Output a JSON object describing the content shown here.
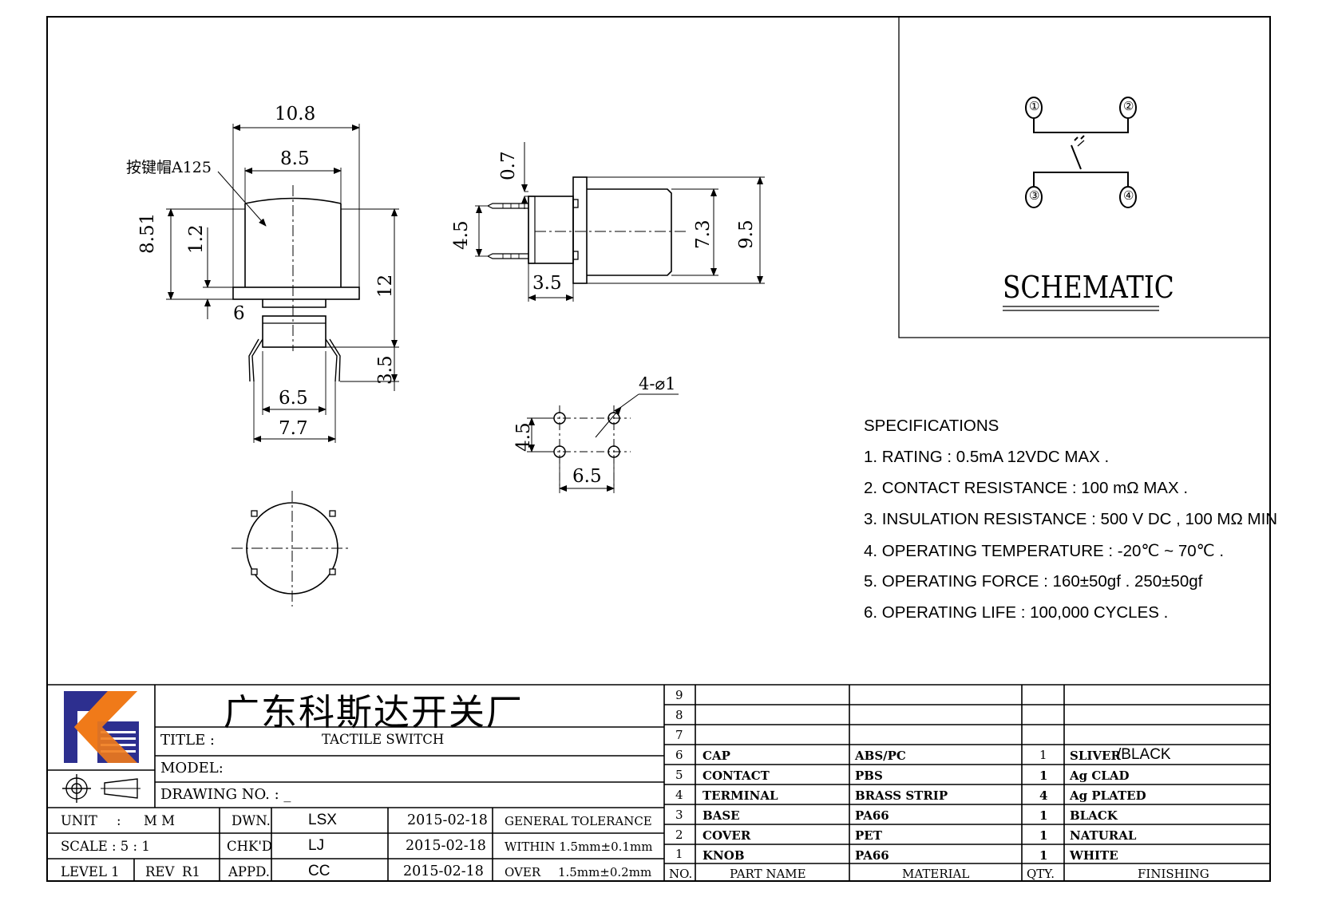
{
  "drawing": {
    "dimensions": {
      "top_width_outer": "10.8",
      "top_width_inner": "8.5",
      "cap_label": "按键帽A125",
      "height_left": "8.51",
      "step_height": "1.2",
      "left_six": "6",
      "total_height": "12",
      "pin_height": "3.5",
      "base_width_inner": "6.5",
      "base_width_outer": "7.7",
      "side_top": "0.7",
      "side_pin_spacing": "4.5",
      "side_pin_depth": "3.5",
      "side_cap_height": "7.3",
      "side_total_height": "9.5",
      "hole_spec": "4-⌀1",
      "hole_spacing_v": "4.5",
      "hole_spacing_h": "6.5"
    },
    "schematic": {
      "title": "SCHEMATIC",
      "pins": [
        "①",
        "②",
        "③",
        "④"
      ]
    }
  },
  "specifications": {
    "heading": "SPECIFICATIONS",
    "items": [
      "1. RATING : 0.5mA 12VDC MAX .",
      "2. CONTACT RESISTANCE : 100 mΩ MAX .",
      "3. INSULATION RESISTANCE : 500 V DC , 100 MΩ MIN",
      "4. OPERATING TEMPERATURE : -20℃ ~ 70℃ .",
      "5. OPERATING FORCE : 160±50gf . 250±50gf",
      "6. OPERATING LIFE : 100,000 CYCLES ."
    ]
  },
  "title_block": {
    "company": "广东科斯达开关厂",
    "title_label": "TITLE :",
    "title_value": "TACTILE SWITCH",
    "model_label": "MODEL:",
    "drawing_no_label": "DRAWING NO. : _",
    "unit_label": "UNIT",
    "unit_colon": ":",
    "unit_value": "M M",
    "scale_label": "SCALE",
    "scale_value": ":   5 : 1",
    "level_label": "LEVEL 1",
    "rev_label": "REV",
    "rev_value": "R1",
    "dwn_label": "DWN.",
    "chkd_label": "CHK'D",
    "appd_label": "APPD.",
    "dwn_name": "LSX",
    "chkd_name": "LJ",
    "appd_name": "CC",
    "dwn_date": "2015-02-18",
    "chkd_date": "2015-02-18",
    "appd_date": "2015-02-18",
    "tol_heading": "GENERAL TOLERANCE",
    "tol_within": "WITHIN 1.5mm±0.1mm",
    "tol_over_label": "OVER",
    "tol_over_value": "1.5mm±0.2mm"
  },
  "bom": {
    "headers": {
      "no": "NO.",
      "part_name": "PART  NAME",
      "material": "MATERIAL",
      "qty": "QTY.",
      "finishing": "FINISHING"
    },
    "rows": [
      {
        "no": "9",
        "part": "",
        "material": "",
        "qty": "",
        "finish": ""
      },
      {
        "no": "8",
        "part": "",
        "material": "",
        "qty": "",
        "finish": ""
      },
      {
        "no": "7",
        "part": "",
        "material": "",
        "qty": "",
        "finish": ""
      },
      {
        "no": "6",
        "part": "CAP",
        "material": "ABS/PC",
        "qty": "1",
        "finish": "SLIVER",
        "finish_extra": "/BLACK"
      },
      {
        "no": "5",
        "part": "CONTACT",
        "material": "PBS",
        "qty": "1",
        "finish": "Ag CLAD"
      },
      {
        "no": "4",
        "part": "TERMINAL",
        "material": "BRASS STRIP",
        "qty": "4",
        "finish": "Ag PLATED"
      },
      {
        "no": "3",
        "part": "BASE",
        "material": "PA66",
        "qty": "1",
        "finish": "BLACK"
      },
      {
        "no": "2",
        "part": "COVER",
        "material": "PET",
        "qty": "1",
        "finish": "NATURAL"
      },
      {
        "no": "1",
        "part": "KNOB",
        "material": "PA66",
        "qty": "1",
        "finish": "WHITE"
      }
    ]
  },
  "colors": {
    "logo_blue": "#2d2f8f",
    "logo_orange": "#f07a1a",
    "line": "#000000"
  }
}
